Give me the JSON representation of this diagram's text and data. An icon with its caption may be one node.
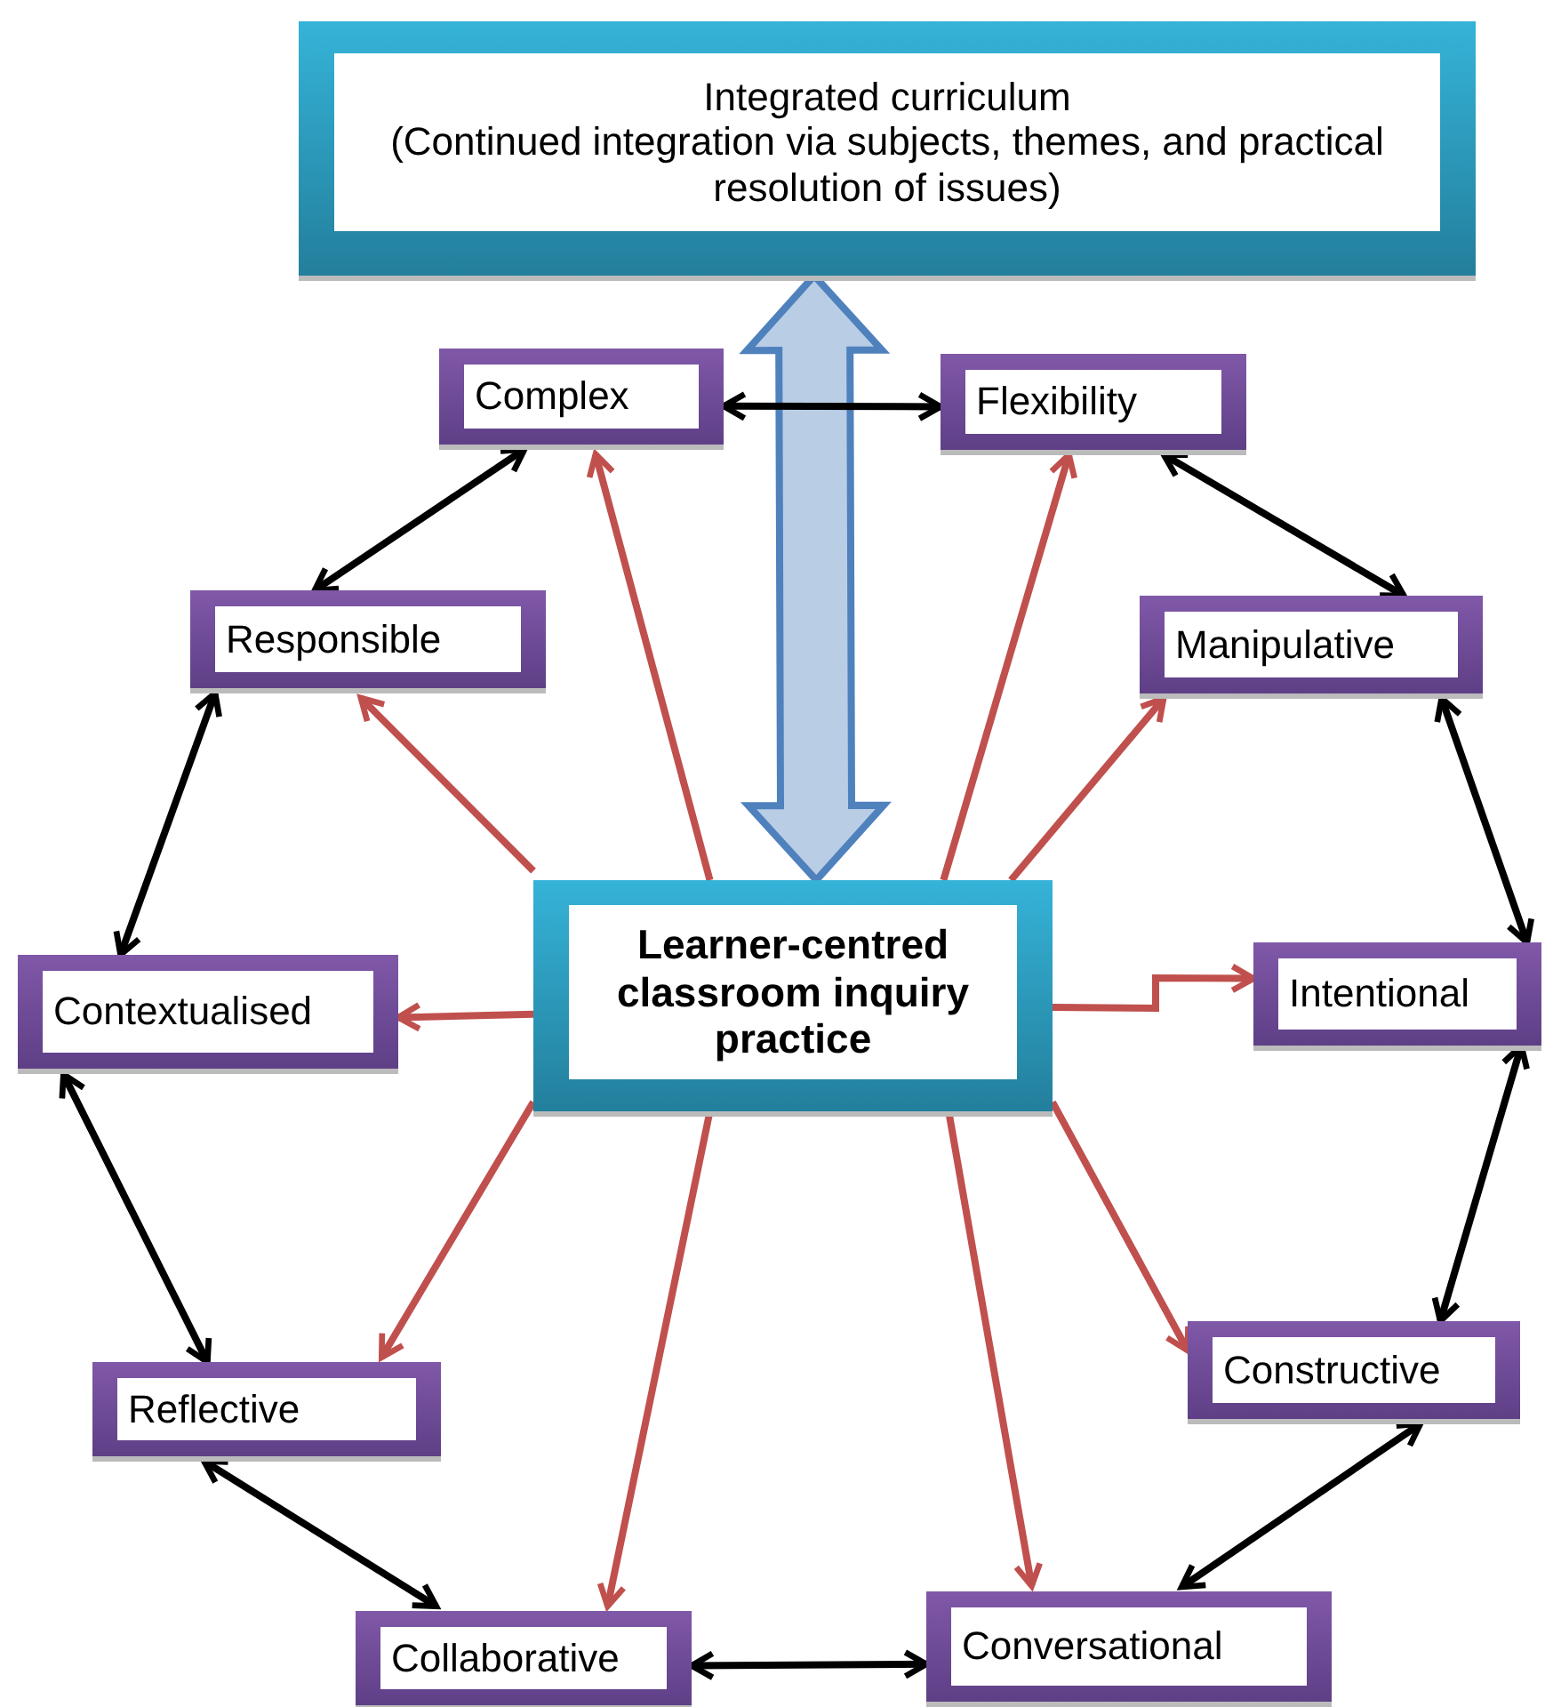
{
  "diagram": {
    "nodes": [
      {
        "text": [
          "Integrated curriculum",
          "(Continued integration via subjects, themes, and practical resolution of issues)"
        ]
      },
      {
        "text": [
          "Complex"
        ]
      },
      {
        "text": [
          "Flexibility"
        ]
      },
      {
        "text": [
          "Responsible"
        ]
      },
      {
        "text": [
          "Manipulative"
        ]
      },
      {
        "text": [
          "Learner-centred classroom inquiry practice"
        ]
      },
      {
        "text": [
          "Contextualised"
        ]
      },
      {
        "text": [
          "Intentional"
        ]
      },
      {
        "text": [
          "Constructive"
        ]
      },
      {
        "text": [
          "Reflective"
        ]
      },
      {
        "text": [
          "Conversational"
        ]
      },
      {
        "text": [
          "Collaborative"
        ]
      }
    ],
    "edges": [
      {
        "from": 5,
        "to": 0,
        "arrow": "both",
        "style": "thick",
        "color": "#4f81bd"
      },
      {
        "from": 5,
        "to": 1,
        "arrow": "to"
      },
      {
        "from": 5,
        "to": 2,
        "arrow": "to"
      },
      {
        "from": 5,
        "to": 3,
        "arrow": "to"
      },
      {
        "from": 5,
        "to": 4,
        "arrow": "to"
      },
      {
        "from": 5,
        "to": 6,
        "arrow": "to"
      },
      {
        "from": 5,
        "to": 7,
        "arrow": "to"
      },
      {
        "from": 5,
        "to": 8,
        "arrow": "to"
      },
      {
        "from": 5,
        "to": 9,
        "arrow": "to"
      },
      {
        "from": 5,
        "to": 10,
        "arrow": "to"
      },
      {
        "from": 5,
        "to": 11,
        "arrow": "to"
      },
      {
        "from": 1,
        "to": 2,
        "arrow": "both",
        "color": "#000000"
      },
      {
        "from": 2,
        "to": 4,
        "arrow": "both",
        "color": "#000000"
      },
      {
        "from": 4,
        "to": 7,
        "arrow": "both",
        "color": "#000000"
      },
      {
        "from": 7,
        "to": 8,
        "arrow": "both",
        "color": "#000000"
      },
      {
        "from": 8,
        "to": 10,
        "arrow": "both",
        "color": "#000000"
      },
      {
        "from": 10,
        "to": 11,
        "arrow": "both",
        "color": "#000000"
      },
      {
        "from": 11,
        "to": 9,
        "arrow": "both",
        "color": "#000000"
      },
      {
        "from": 9,
        "to": 6,
        "arrow": "both",
        "color": "#000000"
      },
      {
        "from": 6,
        "to": 3,
        "arrow": "both",
        "color": "#000000"
      },
      {
        "from": 3,
        "to": 1,
        "arrow": "both",
        "color": "#000000"
      }
    ]
  }
}
